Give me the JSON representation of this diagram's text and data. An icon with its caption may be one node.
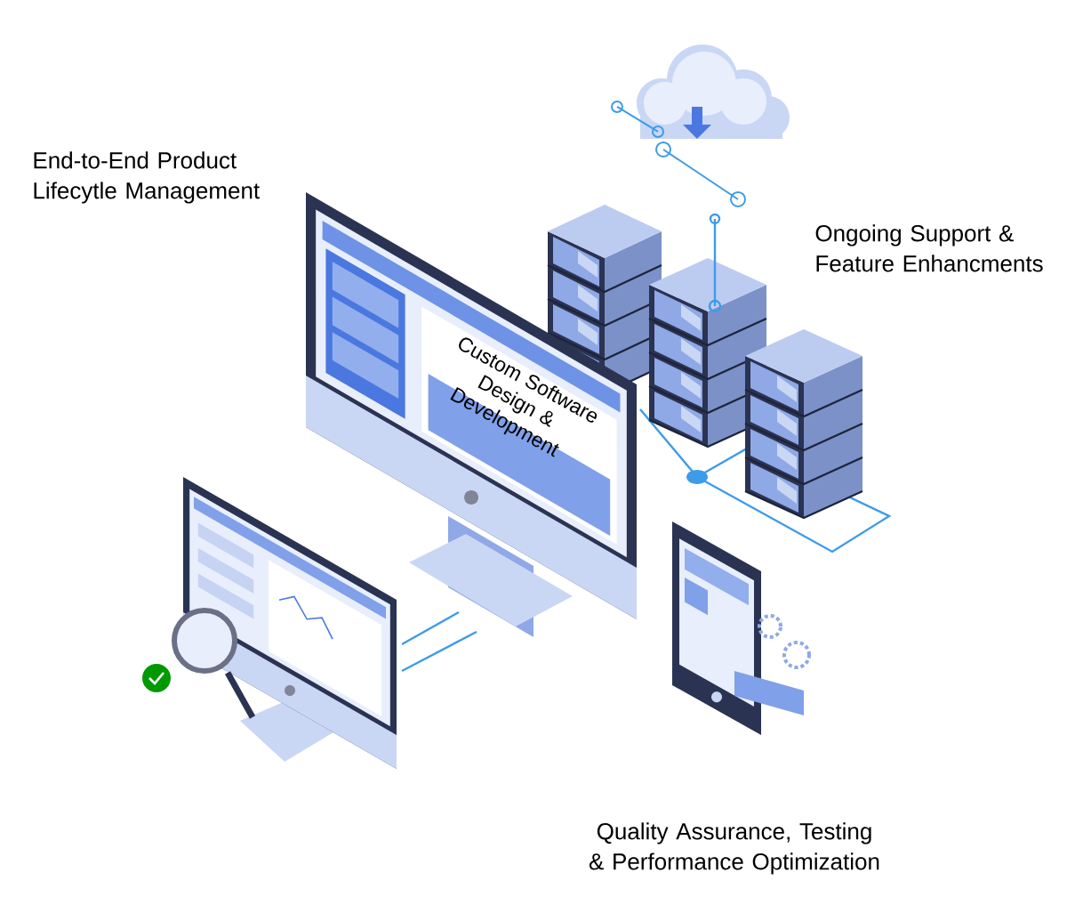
{
  "diagram": {
    "labels": [
      "End-to-End Product Lifecytle Management",
      "Ongoing Support & Feature Enhancments",
      "Custom Software Design & Development",
      "Quality Assurance, Testing & Performance Optimization"
    ]
  }
}
